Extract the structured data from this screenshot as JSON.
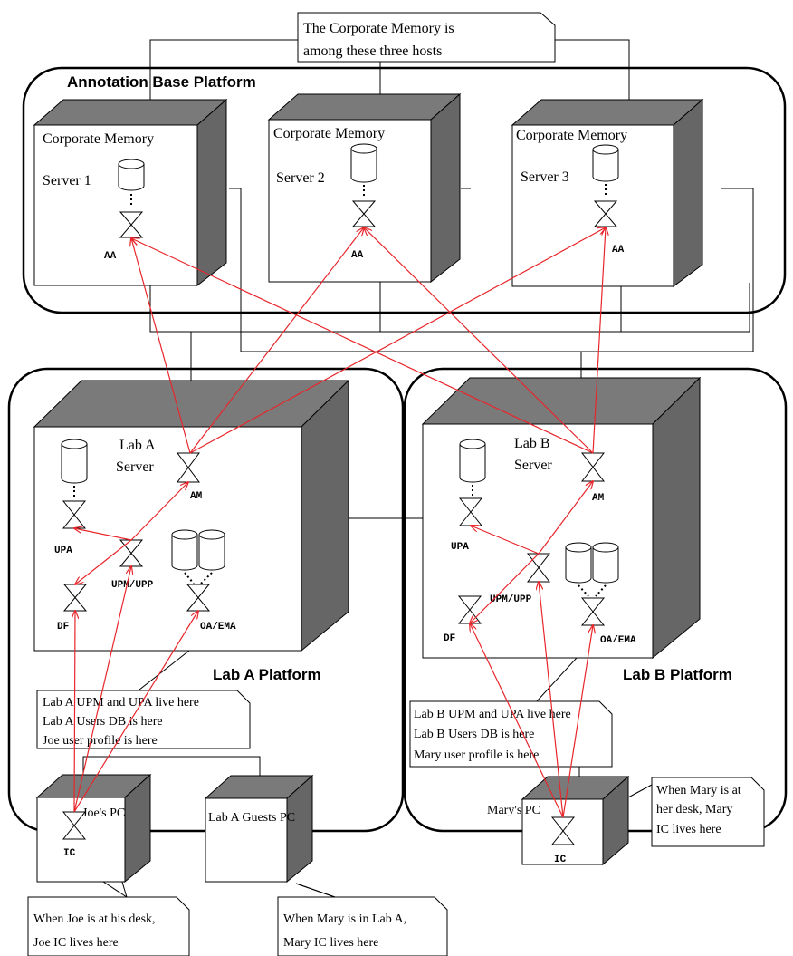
{
  "title_note": {
    "line1": "The Corporate Memory is",
    "line2": "among these three hosts"
  },
  "annotation_platform": {
    "title": "Annotation Base Platform",
    "servers": [
      {
        "heading": "Corporate Memory",
        "name": "Server 1",
        "agent": "AA"
      },
      {
        "heading": "Corporate Memory",
        "name": "Server 2",
        "agent": "AA"
      },
      {
        "heading": "Corporate Memory",
        "name": "Server 3",
        "agent": "AA"
      }
    ]
  },
  "lab_a": {
    "platform_title": "Lab A Platform",
    "server_line1": "Lab A",
    "server_line2": "Server",
    "agents": {
      "am": "AM",
      "upa": "UPA",
      "upm": "UPM/UPP",
      "df": "DF",
      "oa": "OA/EMA",
      "ic": "IC"
    },
    "note": [
      "Lab A UPM and UPA live here",
      "Lab A Users DB is here",
      "Joe user profile is here"
    ],
    "pc1": "Joe's PC",
    "pc2": "Lab A Guests PC",
    "joe_note": [
      "When Joe is at his desk,",
      "Joe IC lives here"
    ],
    "mary_note": [
      "When Mary is in Lab A,",
      "Mary IC lives here"
    ]
  },
  "lab_b": {
    "platform_title": "Lab  B Platform",
    "server_line1": "Lab B",
    "server_line2": "Server",
    "agents": {
      "am": "AM",
      "upa": "UPA",
      "upm": "UPM/UPP",
      "df": "DF",
      "oa": "OA/EMA",
      "ic": "IC"
    },
    "note": [
      "Lab B UPM and UPA live here",
      "Lab B Users DB is here",
      "Mary user profile is here"
    ],
    "pc": "Mary's PC",
    "mary_note": [
      "When Mary is at",
      "her desk, Mary",
      "IC lives here"
    ]
  },
  "colors": {
    "link": "#e8262b",
    "box_shade": "#666666",
    "box_top": "#7a7a7a"
  }
}
